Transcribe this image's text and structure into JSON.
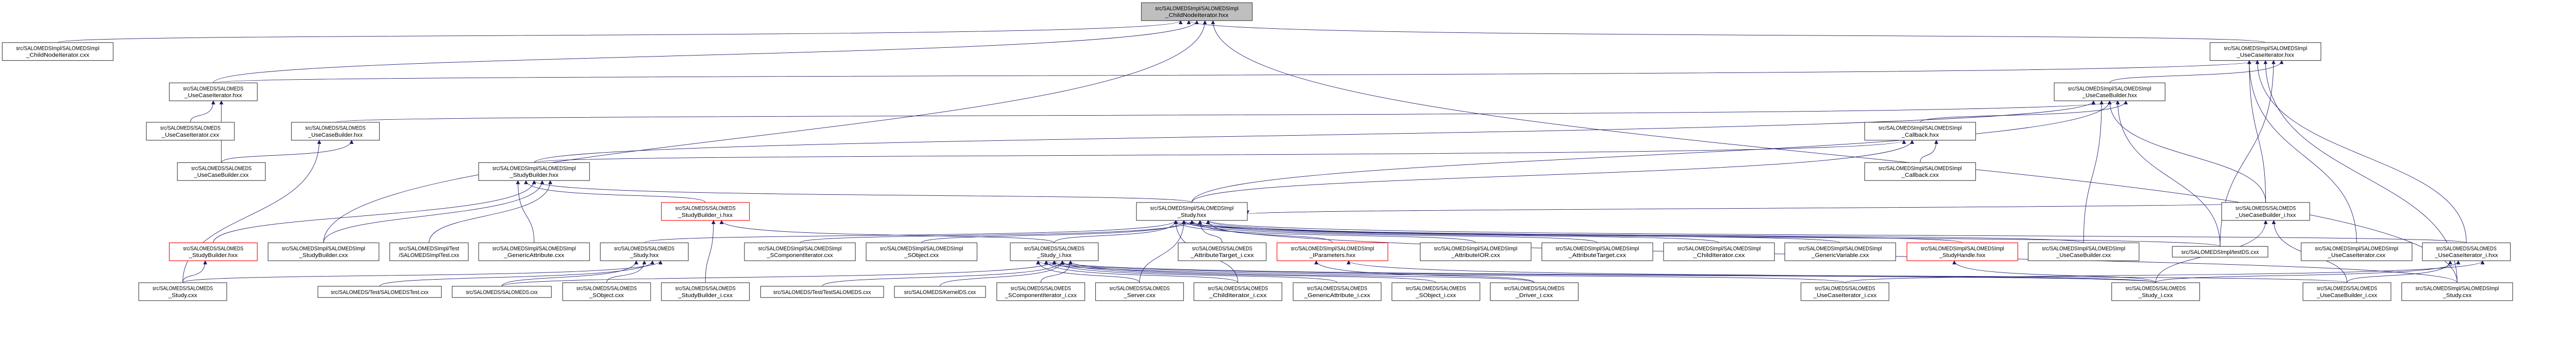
{
  "graph": {
    "type": "include-dependency-graph",
    "colors": {
      "edge": "#191970",
      "root_fill": "#bfbfbf",
      "truncated_border": "#ff0000",
      "node_border": "#404040"
    },
    "nodes": [
      {
        "id": "impl_childnodeiterator_hxx",
        "lines": [
          "src/SALOMEDSImpl/SALOMEDSImpl",
          "_ChildNodeIterator.hxx"
        ],
        "style": "root"
      },
      {
        "id": "impl_childnodeiterator_cxx",
        "lines": [
          "src/SALOMEDSImpl/SALOMEDSImpl",
          "_ChildNodeIterator.cxx"
        ],
        "style": "normal"
      },
      {
        "id": "impl_usecaseiterator_hxx",
        "lines": [
          "src/SALOMEDSImpl/SALOMEDSImpl",
          "_UseCaseIterator.hxx"
        ],
        "style": "normal"
      },
      {
        "id": "ds_usecaseiterator_hxx",
        "lines": [
          "src/SALOMEDS/SALOMEDS",
          "_UseCaseIterator.hxx"
        ],
        "style": "normal"
      },
      {
        "id": "impl_usecasebuilder_hxx",
        "lines": [
          "src/SALOMEDSImpl/SALOMEDSImpl",
          "_UseCaseBuilder.hxx"
        ],
        "style": "normal"
      },
      {
        "id": "ds_usecaseiterator_cxx",
        "lines": [
          "src/SALOMEDS/SALOMEDS",
          "_UseCaseIterator.cxx"
        ],
        "style": "normal"
      },
      {
        "id": "ds_usecasebuilder_hxx",
        "lines": [
          "src/SALOMEDS/SALOMEDS",
          "_UseCaseBuilder.hxx"
        ],
        "style": "normal"
      },
      {
        "id": "impl_callback_hxx",
        "lines": [
          "src/SALOMEDSImpl/SALOMEDSImpl",
          "_Callback.hxx"
        ],
        "style": "normal"
      },
      {
        "id": "ds_usecasebuilder_cxx",
        "lines": [
          "src/SALOMEDS/SALOMEDS",
          "_UseCaseBuilder.cxx"
        ],
        "style": "normal"
      },
      {
        "id": "impl_studybuilder_hxx",
        "lines": [
          "src/SALOMEDSImpl/SALOMEDSImpl",
          "_StudyBuilder.hxx"
        ],
        "style": "normal"
      },
      {
        "id": "impl_callback_cxx",
        "lines": [
          "src/SALOMEDSImpl/SALOMEDSImpl",
          "_Callback.cxx"
        ],
        "style": "normal"
      },
      {
        "id": "ds_studybuilder_i_hxx",
        "lines": [
          "src/SALOMEDS/SALOMEDS",
          "_StudyBuilder_i.hxx"
        ],
        "style": "truncated"
      },
      {
        "id": "impl_study_hxx",
        "lines": [
          "src/SALOMEDSImpl/SALOMEDSImpl",
          "_Study.hxx"
        ],
        "style": "normal"
      },
      {
        "id": "ds_usecasebuilder_i_hxx",
        "lines": [
          "src/SALOMEDS/SALOMEDS",
          "_UseCaseBuilder_i.hxx"
        ],
        "style": "normal"
      },
      {
        "id": "ds_studybuilder_hxx",
        "lines": [
          "src/SALOMEDS/SALOMEDS",
          "_StudyBuilder.hxx"
        ],
        "style": "truncated"
      },
      {
        "id": "impl_studybuilder_cxx",
        "lines": [
          "src/SALOMEDSImpl/SALOMEDSImpl",
          "_StudyBuilder.cxx"
        ],
        "style": "normal"
      },
      {
        "id": "impl_test_cxx",
        "lines": [
          "src/SALOMEDSImpl/Test",
          "/SALOMEDSImplTest.cxx"
        ],
        "style": "normal"
      },
      {
        "id": "impl_genericattribute_cxx",
        "lines": [
          "src/SALOMEDSImpl/SALOMEDSImpl",
          "_GenericAttribute.cxx"
        ],
        "style": "normal"
      },
      {
        "id": "ds_study_hxx",
        "lines": [
          "src/SALOMEDS/SALOMEDS",
          "_Study.hxx"
        ],
        "style": "normal"
      },
      {
        "id": "impl_scomponentiterator_cxx",
        "lines": [
          "src/SALOMEDSImpl/SALOMEDSImpl",
          "_SComponentIterator.cxx"
        ],
        "style": "normal"
      },
      {
        "id": "impl_sobject_cxx",
        "lines": [
          "src/SALOMEDSImpl/SALOMEDSImpl",
          "_SObject.cxx"
        ],
        "style": "normal"
      },
      {
        "id": "ds_study_i_hxx",
        "lines": [
          "src/SALOMEDS/SALOMEDS",
          "_Study_i.hxx"
        ],
        "style": "normal"
      },
      {
        "id": "ds_attributetarget_i_cxx",
        "lines": [
          "src/SALOMEDS/SALOMEDS",
          "_AttributeTarget_i.cxx"
        ],
        "style": "normal"
      },
      {
        "id": "impl_iparameters_hxx",
        "lines": [
          "src/SALOMEDSImpl/SALOMEDSImpl",
          "_IParameters.hxx"
        ],
        "style": "truncated"
      },
      {
        "id": "impl_attributeior_cxx",
        "lines": [
          "src/SALOMEDSImpl/SALOMEDSImpl",
          "_AttributeIOR.cxx"
        ],
        "style": "normal"
      },
      {
        "id": "impl_attributetarget_cxx",
        "lines": [
          "src/SALOMEDSImpl/SALOMEDSImpl",
          "_AttributeTarget.cxx"
        ],
        "style": "normal"
      },
      {
        "id": "impl_childiterator_cxx",
        "lines": [
          "src/SALOMEDSImpl/SALOMEDSImpl",
          "_ChildIterator.cxx"
        ],
        "style": "normal"
      },
      {
        "id": "impl_genericvariable_cxx",
        "lines": [
          "src/SALOMEDSImpl/SALOMEDSImpl",
          "_GenericVariable.cxx"
        ],
        "style": "normal"
      },
      {
        "id": "impl_studyhandle_hxx",
        "lines": [
          "src/SALOMEDSImpl/SALOMEDSImpl",
          "_StudyHandle.hxx"
        ],
        "style": "truncated"
      },
      {
        "id": "impl_usecasebuilder_cxx",
        "lines": [
          "src/SALOMEDSImpl/SALOMEDSImpl",
          "_UseCaseBuilder.cxx"
        ],
        "style": "normal"
      },
      {
        "id": "impl_testds_cxx",
        "lines": [
          "src/SALOMEDSImpl/testDS.cxx"
        ],
        "style": "normal"
      },
      {
        "id": "impl_usecaseiterator_cxx",
        "lines": [
          "src/SALOMEDSImpl/SALOMEDSImpl",
          "_UseCaseIterator.cxx"
        ],
        "style": "normal"
      },
      {
        "id": "ds_usecaseiterator_i_hxx",
        "lines": [
          "src/SALOMEDS/SALOMEDS",
          "_UseCaseIterator_i.hxx"
        ],
        "style": "normal"
      },
      {
        "id": "ds_study_cxx",
        "lines": [
          "src/SALOMEDS/SALOMEDS",
          "_Study.cxx"
        ],
        "style": "normal"
      },
      {
        "id": "ds_test_salomedstest_cxx",
        "lines": [
          "src/SALOMEDS/Test/SALOMEDSTest.cxx"
        ],
        "style": "normal"
      },
      {
        "id": "ds_salomeds_cxx",
        "lines": [
          "src/SALOMEDS/SALOMEDS.cxx"
        ],
        "style": "normal"
      },
      {
        "id": "ds_sobject_cxx",
        "lines": [
          "src/SALOMEDS/SALOMEDS",
          "_SObject.cxx"
        ],
        "style": "normal"
      },
      {
        "id": "ds_studybuilder_i_cxx",
        "lines": [
          "src/SALOMEDS/SALOMEDS",
          "_StudyBuilder_i.cxx"
        ],
        "style": "normal"
      },
      {
        "id": "ds_test_testsalomeds_cxx",
        "lines": [
          "src/SALOMEDS/Test/TestSALOMEDS.cxx"
        ],
        "style": "normal"
      },
      {
        "id": "ds_kernelds_cxx",
        "lines": [
          "src/SALOMEDS/KernelDS.cxx"
        ],
        "style": "normal"
      },
      {
        "id": "ds_scomponentiterator_i_cxx",
        "lines": [
          "src/SALOMEDS/SALOMEDS",
          "_SComponentIterator_i.cxx"
        ],
        "style": "normal"
      },
      {
        "id": "ds_server_cxx",
        "lines": [
          "src/SALOMEDS/SALOMEDS",
          "_Server.cxx"
        ],
        "style": "normal"
      },
      {
        "id": "ds_childiterator_i_cxx",
        "lines": [
          "src/SALOMEDS/SALOMEDS",
          "_ChildIterator_i.cxx"
        ],
        "style": "normal"
      },
      {
        "id": "ds_genericattribute_i_cxx",
        "lines": [
          "src/SALOMEDS/SALOMEDS",
          "_GenericAttribute_i.cxx"
        ],
        "style": "normal"
      },
      {
        "id": "ds_sobject_i_cxx",
        "lines": [
          "src/SALOMEDS/SALOMEDS",
          "_SObject_i.cxx"
        ],
        "style": "normal"
      },
      {
        "id": "ds_driver_i_cxx",
        "lines": [
          "src/SALOMEDS/SALOMEDS",
          "_Driver_i.cxx"
        ],
        "style": "normal"
      },
      {
        "id": "ds_usecaseiterator_i_cxx",
        "lines": [
          "src/SALOMEDS/SALOMEDS",
          "_UseCaseIterator_i.cxx"
        ],
        "style": "normal"
      },
      {
        "id": "ds_study_i_cxx",
        "lines": [
          "src/SALOMEDS/SALOMEDS",
          "_Study_i.cxx"
        ],
        "style": "normal"
      },
      {
        "id": "ds_usecasebuilder_i_cxx",
        "lines": [
          "src/SALOMEDS/SALOMEDS",
          "_UseCaseBuilder_i.cxx"
        ],
        "style": "normal"
      },
      {
        "id": "impl_study_cxx",
        "lines": [
          "src/SALOMEDSImpl/SALOMEDSImpl",
          "_Study.cxx"
        ],
        "style": "normal"
      }
    ],
    "edges": [
      [
        "impl_childnodeiterator_cxx",
        "impl_childnodeiterator_hxx"
      ],
      [
        "impl_usecaseiterator_hxx",
        "impl_childnodeiterator_hxx"
      ],
      [
        "ds_usecaseiterator_hxx",
        "impl_childnodeiterator_hxx"
      ],
      [
        "impl_studybuilder_cxx",
        "impl_childnodeiterator_hxx"
      ],
      [
        "impl_study_cxx",
        "impl_childnodeiterator_hxx"
      ],
      [
        "impl_usecaseiterator_cxx",
        "impl_usecaseiterator_hxx"
      ],
      [
        "ds_usecaseiterator_i_hxx",
        "impl_usecaseiterator_hxx"
      ],
      [
        "impl_study_cxx",
        "impl_usecaseiterator_hxx"
      ],
      [
        "impl_testds_cxx",
        "impl_usecaseiterator_hxx"
      ],
      [
        "impl_usecasebuilder_hxx",
        "impl_usecaseiterator_hxx"
      ],
      [
        "ds_usecasebuilder_i_hxx",
        "impl_usecaseiterator_hxx"
      ],
      [
        "ds_usecaseiterator_hxx",
        "impl_usecaseiterator_hxx"
      ],
      [
        "ds_usecasebuilder_i_hxx",
        "impl_usecasebuilder_hxx"
      ],
      [
        "ds_usecasebuilder_hxx",
        "impl_usecasebuilder_hxx"
      ],
      [
        "impl_callback_hxx",
        "impl_usecasebuilder_hxx"
      ],
      [
        "impl_studybuilder_hxx",
        "impl_usecasebuilder_hxx"
      ],
      [
        "impl_usecasebuilder_cxx",
        "impl_usecasebuilder_hxx"
      ],
      [
        "impl_study_hxx",
        "impl_usecasebuilder_hxx"
      ],
      [
        "impl_testds_cxx",
        "impl_usecasebuilder_hxx"
      ],
      [
        "impl_callback_cxx",
        "impl_callback_hxx"
      ],
      [
        "impl_studybuilder_hxx",
        "impl_callback_hxx"
      ],
      [
        "impl_study_hxx",
        "impl_callback_hxx"
      ],
      [
        "ds_usecaseiterator_cxx",
        "ds_usecaseiterator_hxx"
      ],
      [
        "ds_usecasebuilder_cxx",
        "ds_usecaseiterator_hxx"
      ],
      [
        "ds_usecasebuilder_cxx",
        "ds_usecasebuilder_hxx"
      ],
      [
        "ds_study_cxx",
        "ds_usecasebuilder_hxx"
      ],
      [
        "ds_study_cxx",
        "ds_studybuilder_hxx"
      ],
      [
        "ds_studybuilder_hxx",
        "impl_studybuilder_hxx"
      ],
      [
        "impl_studybuilder_cxx",
        "impl_studybuilder_hxx"
      ],
      [
        "impl_test_cxx",
        "impl_studybuilder_hxx"
      ],
      [
        "impl_genericattribute_cxx",
        "impl_studybuilder_hxx"
      ],
      [
        "ds_studybuilder_i_hxx",
        "impl_studybuilder_hxx"
      ],
      [
        "impl_study_hxx",
        "impl_studybuilder_hxx"
      ],
      [
        "ds_studybuilder_i_cxx",
        "ds_studybuilder_i_hxx"
      ],
      [
        "ds_study_i_hxx",
        "ds_studybuilder_i_hxx"
      ],
      [
        "ds_study_hxx",
        "impl_study_hxx"
      ],
      [
        "ds_salomeds_cxx",
        "ds_study_hxx"
      ],
      [
        "ds_sobject_cxx",
        "ds_study_hxx"
      ],
      [
        "ds_test_salomedstest_cxx",
        "ds_study_hxx"
      ],
      [
        "ds_study_cxx",
        "ds_study_hxx"
      ],
      [
        "ds_study_i_hxx",
        "impl_study_hxx"
      ],
      [
        "impl_sobject_cxx",
        "impl_study_hxx"
      ],
      [
        "impl_scomponentiterator_cxx",
        "impl_study_hxx"
      ],
      [
        "ds_attributetarget_i_cxx",
        "impl_study_hxx"
      ],
      [
        "impl_iparameters_hxx",
        "impl_study_hxx"
      ],
      [
        "impl_attributeior_cxx",
        "impl_study_hxx"
      ],
      [
        "impl_attributetarget_cxx",
        "impl_study_hxx"
      ],
      [
        "impl_childiterator_cxx",
        "impl_study_hxx"
      ],
      [
        "impl_genericvariable_cxx",
        "impl_study_hxx"
      ],
      [
        "impl_studyhandle_hxx",
        "impl_study_hxx"
      ],
      [
        "impl_usecasebuilder_cxx",
        "impl_study_hxx"
      ],
      [
        "impl_testds_cxx",
        "impl_study_hxx"
      ],
      [
        "impl_study_cxx",
        "impl_study_hxx"
      ],
      [
        "ds_usecasebuilder_i_hxx",
        "impl_study_hxx"
      ],
      [
        "ds_usecaseiterator_i_hxx",
        "impl_study_hxx"
      ],
      [
        "ds_childiterator_i_cxx",
        "impl_study_hxx"
      ],
      [
        "ds_server_cxx",
        "impl_study_hxx"
      ],
      [
        "ds_salomeds_cxx",
        "ds_study_i_hxx"
      ],
      [
        "ds_kernelds_cxx",
        "ds_study_i_hxx"
      ],
      [
        "ds_scomponentiterator_i_cxx",
        "ds_study_i_hxx"
      ],
      [
        "ds_server_cxx",
        "ds_study_i_hxx"
      ],
      [
        "ds_childiterator_i_cxx",
        "ds_study_i_hxx"
      ],
      [
        "ds_genericattribute_i_cxx",
        "ds_study_i_hxx"
      ],
      [
        "ds_sobject_i_cxx",
        "ds_study_i_hxx"
      ],
      [
        "ds_driver_i_cxx",
        "ds_study_i_hxx"
      ],
      [
        "ds_usecaseiterator_i_cxx",
        "ds_study_i_hxx"
      ],
      [
        "ds_study_i_cxx",
        "ds_study_i_hxx"
      ],
      [
        "ds_usecasebuilder_i_cxx",
        "ds_study_i_hxx"
      ],
      [
        "ds_test_testsalomeds_cxx",
        "ds_study_i_hxx"
      ],
      [
        "ds_study_i_cxx",
        "impl_iparameters_hxx"
      ],
      [
        "ds_driver_i_cxx",
        "impl_iparameters_hxx"
      ],
      [
        "ds_study_i_cxx",
        "impl_studyhandle_hxx"
      ],
      [
        "ds_study_i_cxx",
        "ds_usecasebuilder_i_hxx"
      ],
      [
        "ds_usecasebuilder_i_cxx",
        "ds_usecasebuilder_i_hxx"
      ],
      [
        "ds_usecaseiterator_i_cxx",
        "ds_usecaseiterator_i_hxx"
      ],
      [
        "ds_usecasebuilder_i_cxx",
        "ds_usecaseiterator_i_hxx"
      ],
      [
        "ds_study_i_cxx",
        "ds_usecaseiterator_i_hxx"
      ]
    ]
  }
}
